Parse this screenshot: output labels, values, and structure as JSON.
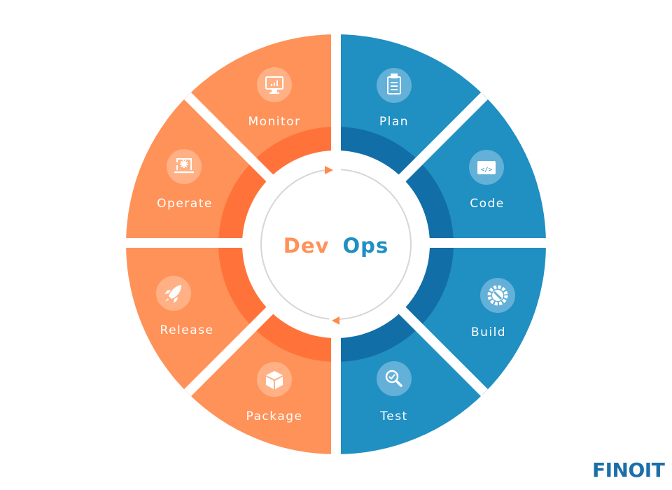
{
  "title": {
    "part1": "Dev",
    "part2": "Ops"
  },
  "colors": {
    "dev_outer": "#ff9259",
    "dev_inner": "#ff733a",
    "ops_outer": "#208fc2",
    "ops_inner": "#126ea6",
    "icon_bg_dev": "#ffb084",
    "icon_bg_ops": "#63b0d8",
    "ring": "#d6d6d6",
    "arrow": "#ff8a4c"
  },
  "segments": [
    {
      "label": "Plan",
      "icon": "clipboard-icon",
      "side": "ops"
    },
    {
      "label": "Code",
      "icon": "code-window-icon",
      "side": "ops"
    },
    {
      "label": "Build",
      "icon": "gear-wrench-icon",
      "side": "ops"
    },
    {
      "label": "Test",
      "icon": "magnifier-check-icon",
      "side": "ops"
    },
    {
      "label": "Package",
      "icon": "box-icon",
      "side": "dev"
    },
    {
      "label": "Release",
      "icon": "rocket-icon",
      "side": "dev"
    },
    {
      "label": "Operate",
      "icon": "laptop-gear-icon",
      "side": "dev"
    },
    {
      "label": "Monitor",
      "icon": "monitor-chart-icon",
      "side": "dev"
    }
  ],
  "logo": {
    "text": "FINOIT"
  }
}
